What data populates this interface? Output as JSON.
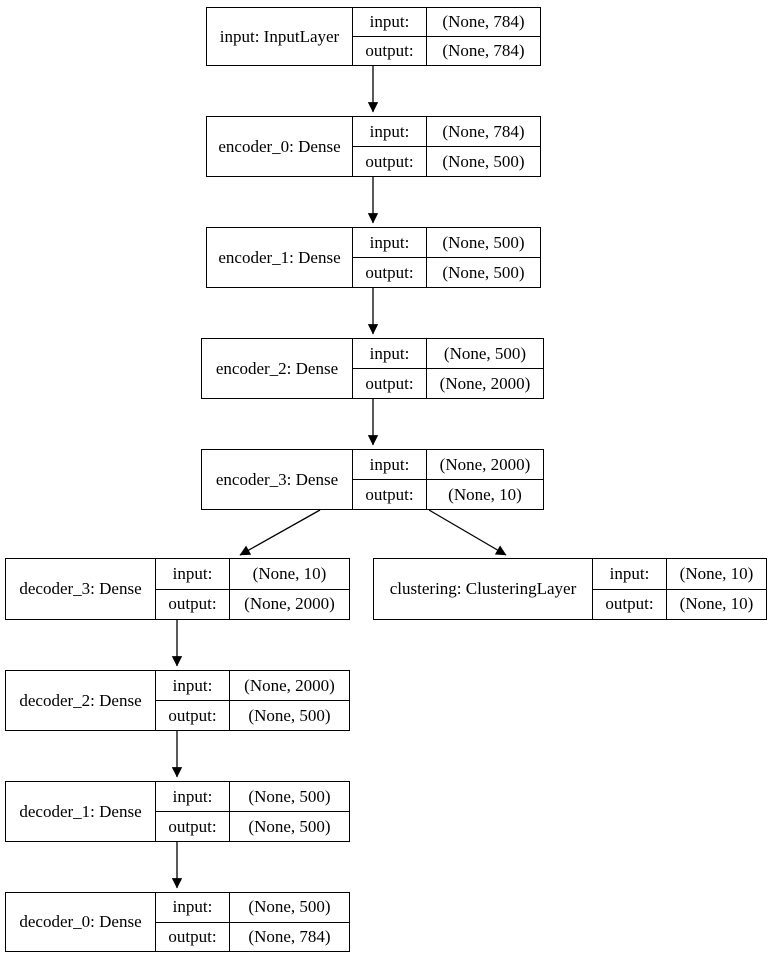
{
  "diagram": {
    "type": "keras-model-graph",
    "background_color": "#ffffff",
    "line_color": "#000000",
    "labels": {
      "input_key": "input:",
      "output_key": "output:"
    },
    "nodes": [
      {
        "id": "input",
        "label": "input: InputLayer",
        "input_shape": "(None, 784)",
        "output_shape": "(None, 784)"
      },
      {
        "id": "encoder_0",
        "label": "encoder_0: Dense",
        "input_shape": "(None, 784)",
        "output_shape": "(None, 500)"
      },
      {
        "id": "encoder_1",
        "label": "encoder_1: Dense",
        "input_shape": "(None, 500)",
        "output_shape": "(None, 500)"
      },
      {
        "id": "encoder_2",
        "label": "encoder_2: Dense",
        "input_shape": "(None, 500)",
        "output_shape": "(None, 2000)"
      },
      {
        "id": "encoder_3",
        "label": "encoder_3: Dense",
        "input_shape": "(None, 2000)",
        "output_shape": "(None, 10)"
      },
      {
        "id": "decoder_3",
        "label": "decoder_3: Dense",
        "input_shape": "(None, 10)",
        "output_shape": "(None, 2000)"
      },
      {
        "id": "clustering",
        "label": "clustering: ClusteringLayer",
        "input_shape": "(None, 10)",
        "output_shape": "(None, 10)"
      },
      {
        "id": "decoder_2",
        "label": "decoder_2: Dense",
        "input_shape": "(None, 2000)",
        "output_shape": "(None, 500)"
      },
      {
        "id": "decoder_1",
        "label": "decoder_1: Dense",
        "input_shape": "(None, 500)",
        "output_shape": "(None, 500)"
      },
      {
        "id": "decoder_0",
        "label": "decoder_0: Dense",
        "input_shape": "(None, 500)",
        "output_shape": "(None, 784)"
      }
    ],
    "edges": [
      {
        "from": "input",
        "to": "encoder_0"
      },
      {
        "from": "encoder_0",
        "to": "encoder_1"
      },
      {
        "from": "encoder_1",
        "to": "encoder_2"
      },
      {
        "from": "encoder_2",
        "to": "encoder_3"
      },
      {
        "from": "encoder_3",
        "to": "decoder_3"
      },
      {
        "from": "encoder_3",
        "to": "clustering"
      },
      {
        "from": "decoder_3",
        "to": "decoder_2"
      },
      {
        "from": "decoder_2",
        "to": "decoder_1"
      },
      {
        "from": "decoder_1",
        "to": "decoder_0"
      }
    ]
  }
}
